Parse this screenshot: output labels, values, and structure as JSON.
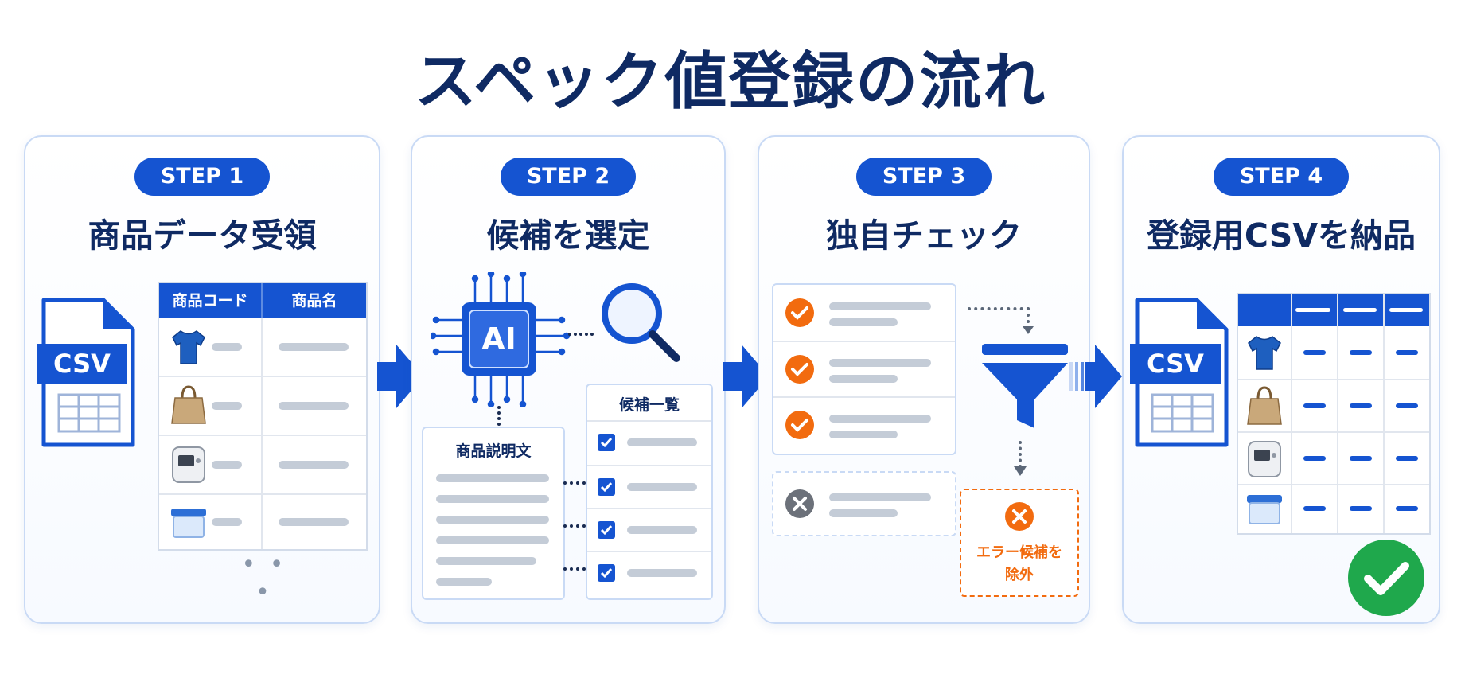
{
  "title": "スペック値登録の流れ",
  "steps": [
    {
      "badge": "STEP 1",
      "heading": "商品データ受領"
    },
    {
      "badge": "STEP 2",
      "heading": "候補を選定"
    },
    {
      "badge": "STEP 3",
      "heading": "独自チェック"
    },
    {
      "badge": "STEP 4",
      "heading": "登録用CSVを納品"
    }
  ],
  "step1": {
    "file_label": "CSV",
    "table_headers": [
      "商品コード",
      "商品名"
    ],
    "more": "• • •"
  },
  "step2": {
    "chip_label": "AI",
    "description_title": "商品説明文",
    "candidates_title": "候補一覧"
  },
  "step3": {
    "error_label_line1": "エラー候補を",
    "error_label_line2": "除外"
  },
  "step4": {
    "file_label": "CSV"
  },
  "colors": {
    "primary": "#1554d1",
    "navy": "#0f2a63",
    "orange": "#f26b0f",
    "green": "#1fa84c"
  }
}
